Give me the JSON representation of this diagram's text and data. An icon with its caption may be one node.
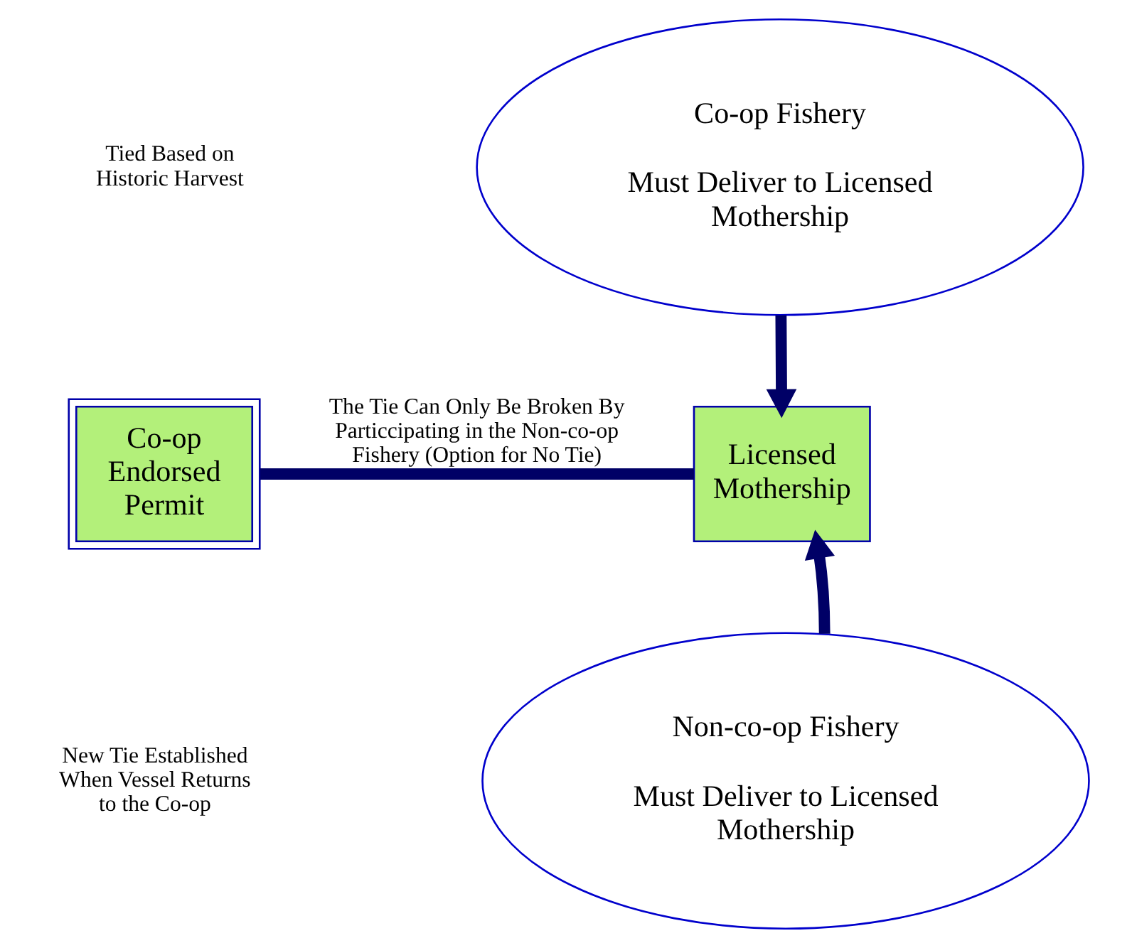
{
  "diagram": {
    "nodes": [
      {
        "text": [
          "Co-op Fishery",
          "Must Deliver to Licensed Mothership"
        ]
      },
      {
        "text": [
          "Co-op Endorsed Permit"
        ]
      },
      {
        "text": [
          "Licensed Mothership"
        ]
      },
      {
        "text": [
          "Non-co-op Fishery",
          "Must Deliver to Licensed Mothership"
        ]
      }
    ],
    "edges": [
      {
        "from": 0,
        "to": 2,
        "arrow": "to"
      },
      {
        "from": 1,
        "to": 2,
        "arrow": "none",
        "label": "The Tie Can Only Be Broken By Particcipating in the Non-co-op Fishery (Option for No Tie)"
      },
      {
        "from": 3,
        "to": 2,
        "arrow": "to"
      }
    ],
    "labels": [
      "Tied Based on Historic Harvest",
      "New Tie Established When Vessel Returns to the Co-op"
    ]
  }
}
